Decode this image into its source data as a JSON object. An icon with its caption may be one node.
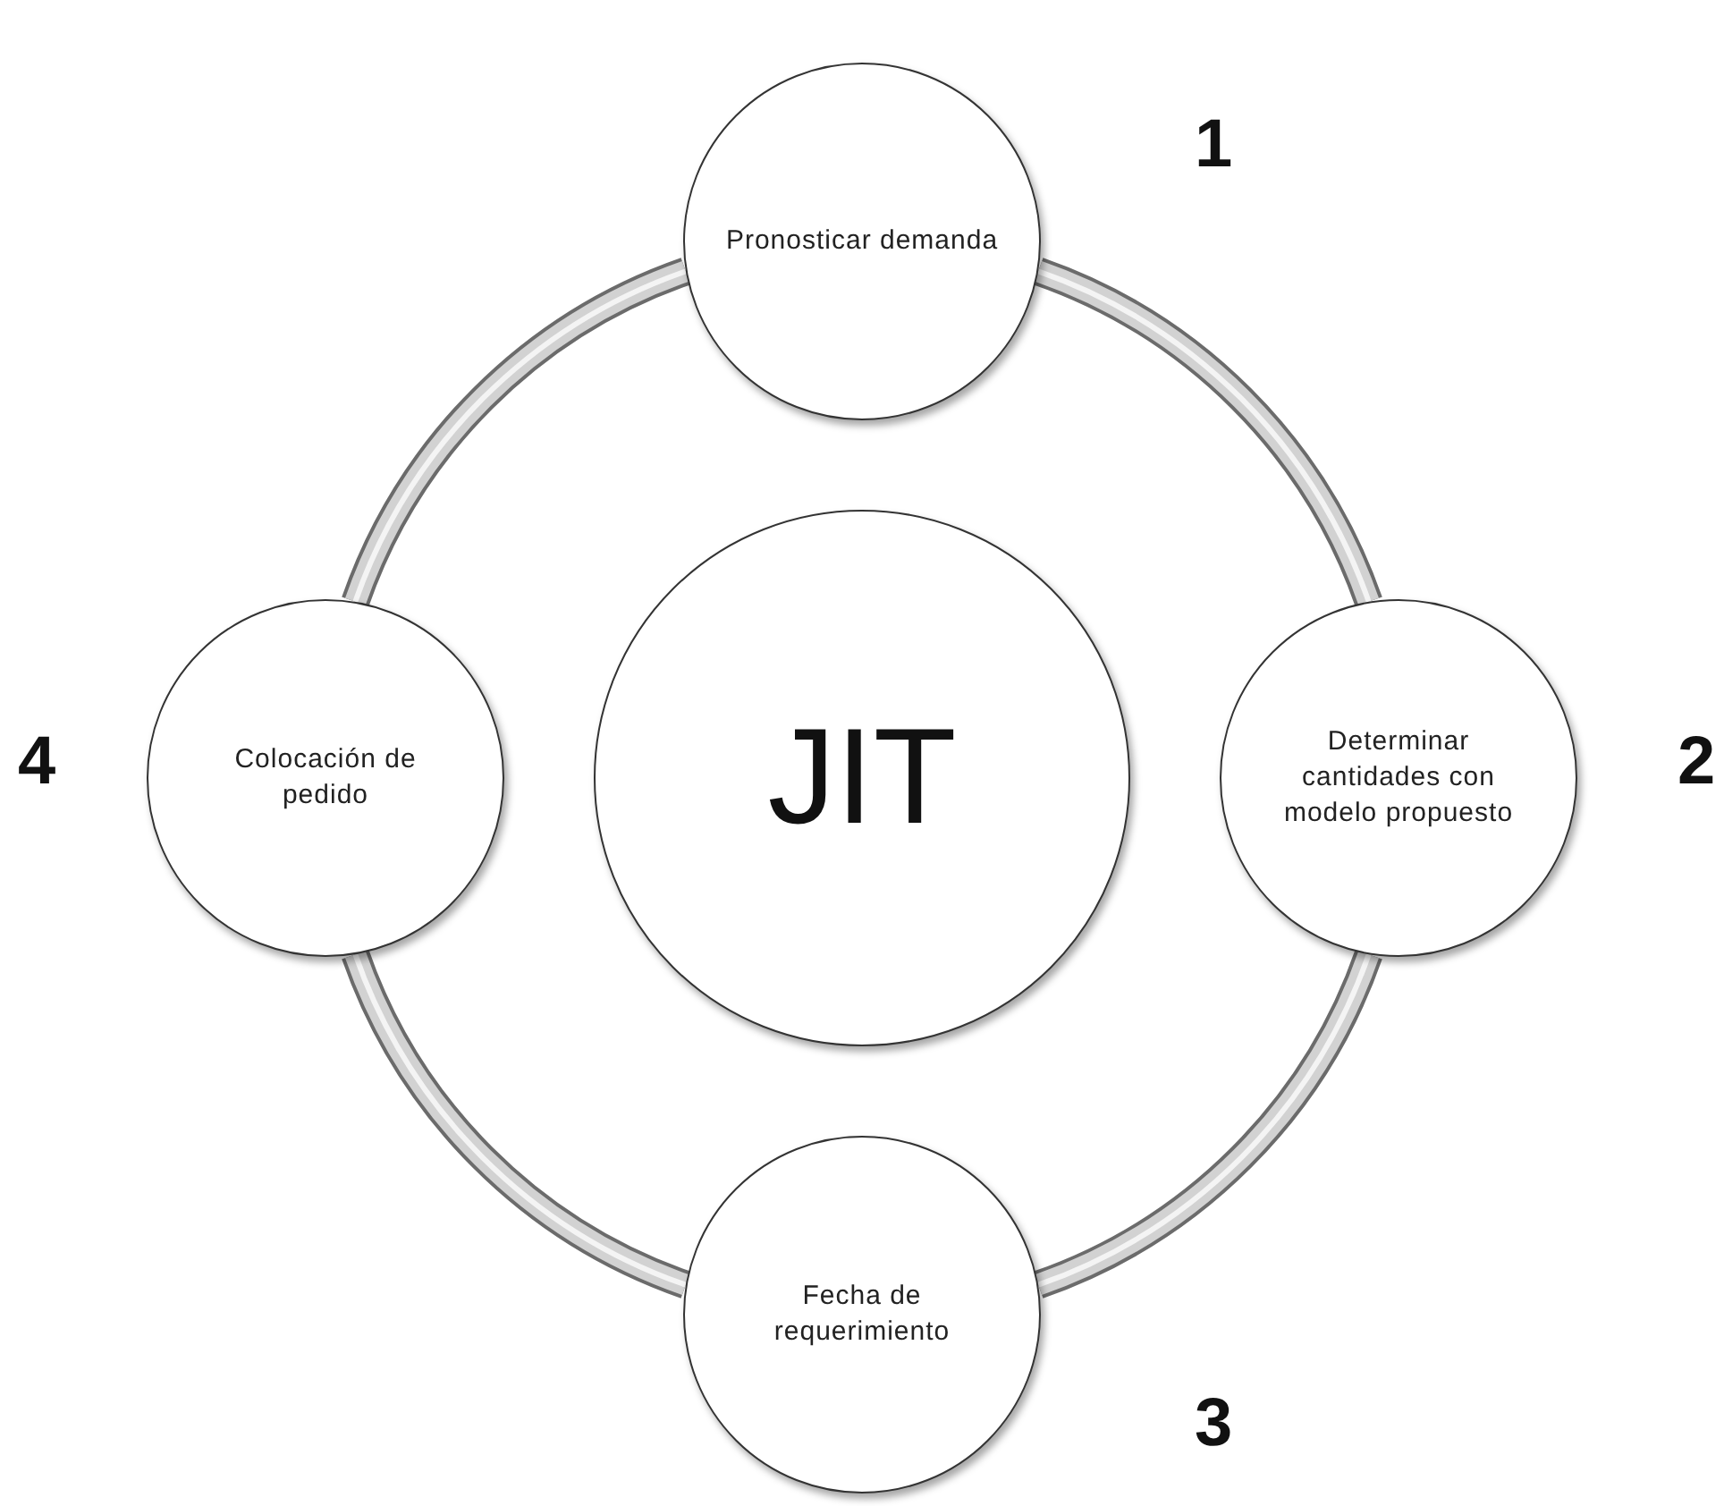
{
  "diagram": {
    "nodes": [
      {
        "text": [
          "Pronosticar demanda"
        ]
      },
      {
        "text": [
          "Colocación de pedido"
        ]
      },
      {
        "text": [
          "JIT"
        ]
      },
      {
        "text": [
          "Determinar cantidades con modelo propuesto"
        ]
      },
      {
        "text": [
          "Fecha de requerimiento"
        ]
      }
    ],
    "edges": [
      {
        "from": 0,
        "to": 3,
        "arrow": "none"
      },
      {
        "from": 3,
        "to": 4,
        "arrow": "none"
      },
      {
        "from": 4,
        "to": 1,
        "arrow": "none"
      },
      {
        "from": 1,
        "to": 0,
        "arrow": "none"
      }
    ],
    "labels": [
      "1",
      "4",
      "2",
      "3"
    ]
  }
}
